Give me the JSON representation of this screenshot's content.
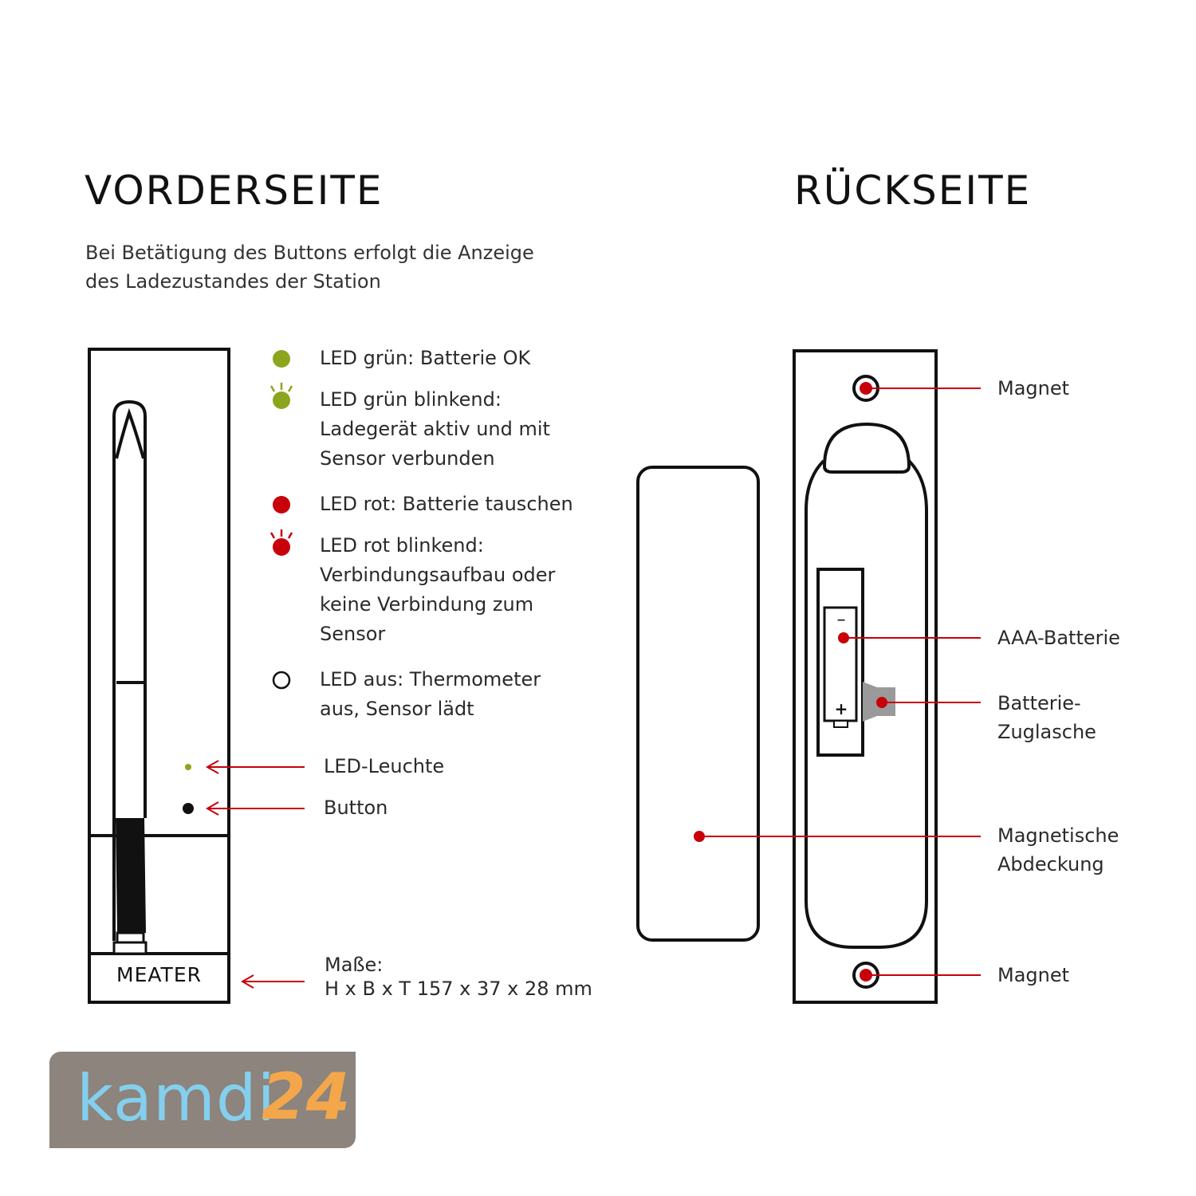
{
  "front": {
    "title": "VORDERSEITE",
    "intro_line1": "Bei Betätigung des Buttons erfolgt die Anzeige",
    "intro_line2": "des Ladezustandes der Station",
    "legend": [
      {
        "icon": "led-green-icon",
        "color": "#8aa61c",
        "lines": [
          "LED grün: Batterie OK"
        ]
      },
      {
        "icon": "led-green-blink-icon",
        "color": "#8aa61c",
        "lines": [
          "LED grün blinkend:",
          "Ladegerät aktiv und mit",
          "Sensor verbunden"
        ]
      },
      {
        "icon": "led-red-icon",
        "color": "#c8000a",
        "lines": [
          "LED rot: Batterie tauschen"
        ]
      },
      {
        "icon": "led-red-blink-icon",
        "color": "#c8000a",
        "lines": [
          "LED rot blinkend:",
          "Verbindungsaufbau oder",
          "keine Verbindung zum",
          "Sensor"
        ]
      },
      {
        "icon": "led-off-icon",
        "color": "#111111",
        "lines": [
          "LED aus: Thermometer",
          "aus, Sensor lädt"
        ]
      }
    ],
    "callouts": {
      "led": "LED-Leuchte",
      "button": "Button",
      "dims_label": "Maße:",
      "dims_value": "H x B x T 157 x 37 x 28 mm"
    },
    "device_brand": "MEATER"
  },
  "back": {
    "title": "RÜCKSEITE",
    "callouts": {
      "magnet_top": "Magnet",
      "battery": "AAA-Batterie",
      "pull_tab_line1": "Batterie-",
      "pull_tab_line2": "Zuglasche",
      "cover_line1": "Magnetische",
      "cover_line2": "Abdeckung",
      "magnet_bottom": "Magnet"
    },
    "battery_minus": "–",
    "battery_plus": "+"
  },
  "colors": {
    "accent_red": "#c8000a",
    "led_green": "#8aa61c",
    "logo_bg": "#8c847d",
    "logo_text": "#84cfee",
    "logo_number": "#f4a74a"
  },
  "logo": {
    "word": "kamdi",
    "number": "24"
  }
}
